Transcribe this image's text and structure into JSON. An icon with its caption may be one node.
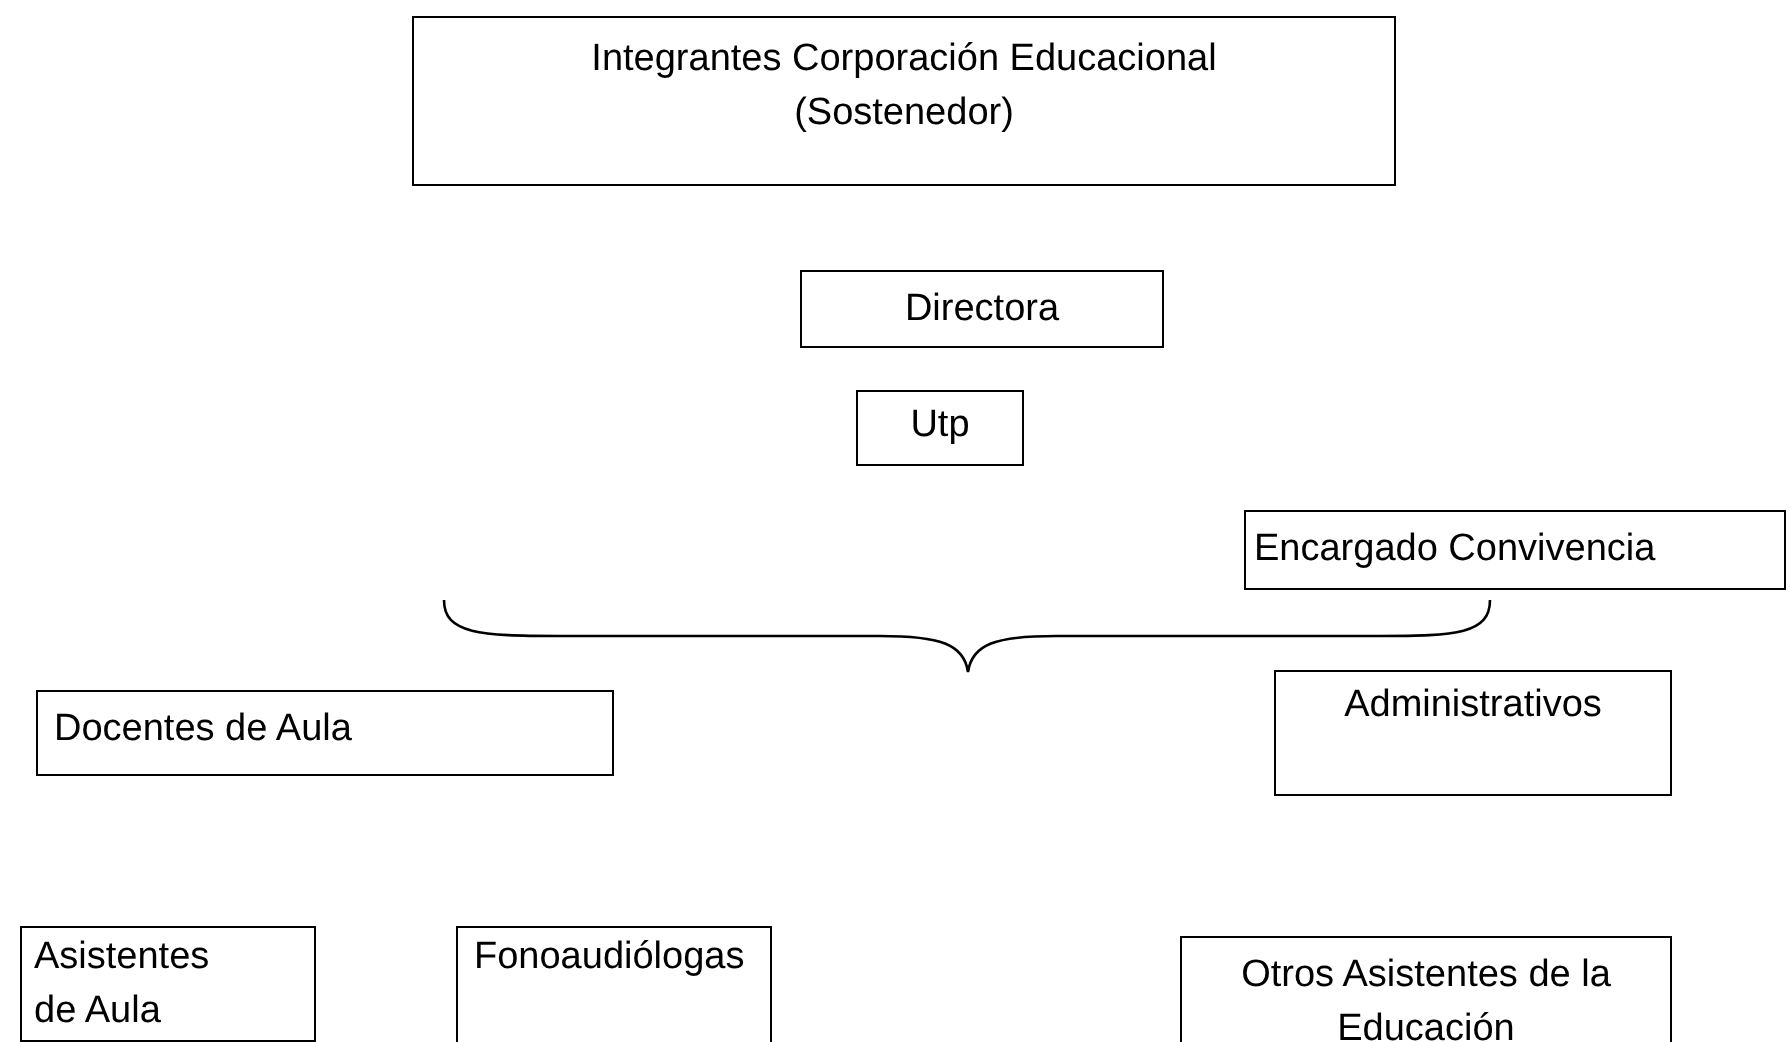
{
  "diagram": {
    "nodes": [
      {
        "text": [
          "Integrantes Corporación Educacional (Sostenedor)"
        ]
      },
      {
        "text": [
          "Directora"
        ]
      },
      {
        "text": [
          "Utp"
        ]
      },
      {
        "text": [
          "Encargado Convivencia"
        ]
      },
      {
        "text": [
          "Docentes de Aula"
        ]
      },
      {
        "text": [
          "Administrativos"
        ]
      },
      {
        "text": [
          "Asistentes de Aula"
        ]
      },
      {
        "text": [
          "Fonoaudiólogas"
        ]
      },
      {
        "text": [
          "Otros Asistentes de la Educación"
        ]
      }
    ]
  }
}
